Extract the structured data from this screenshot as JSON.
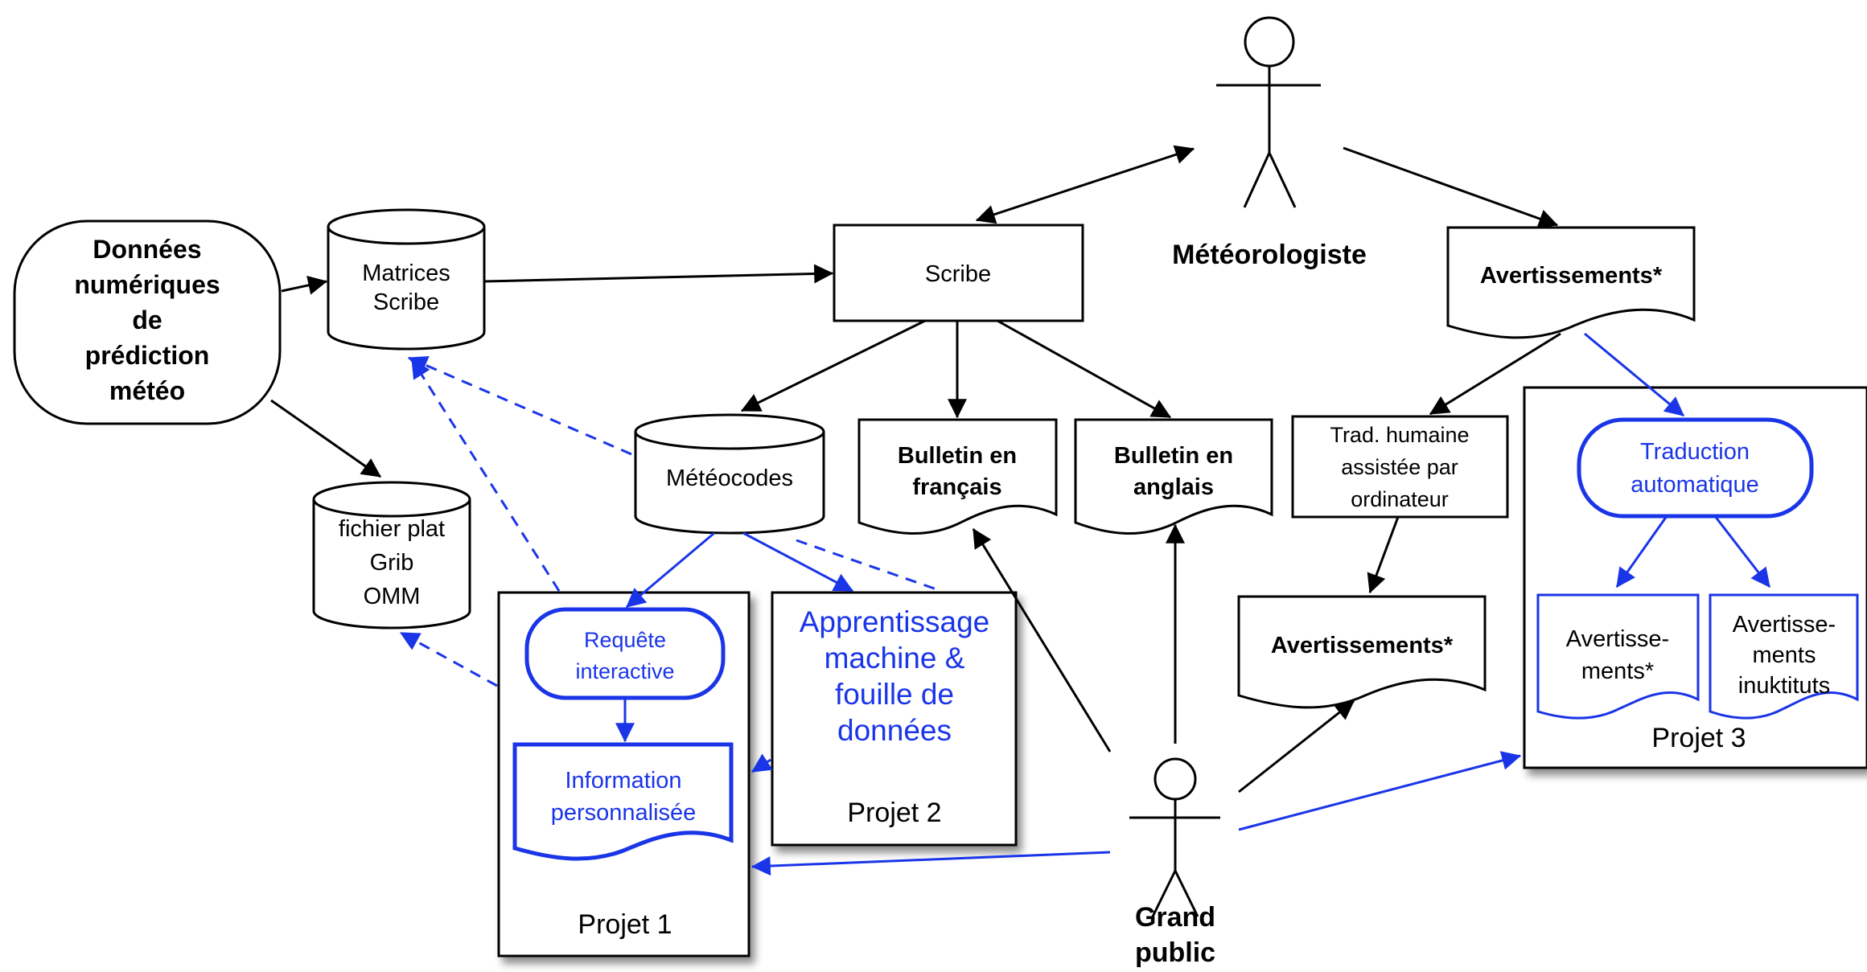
{
  "colors": {
    "black": "#000000",
    "blue": "#1a35e8",
    "shadow": "#9a9a9a"
  },
  "nodes": {
    "donnees": {
      "lines": [
        "Données",
        "numériques",
        "de",
        "prédiction",
        "météo"
      ]
    },
    "matrices": {
      "lines": [
        "Matrices",
        "Scribe"
      ]
    },
    "fichier": {
      "lines": [
        "fichier plat",
        "Grib",
        "OMM"
      ]
    },
    "scribe": {
      "label": "Scribe"
    },
    "meteorologiste": {
      "label": "Météorologiste"
    },
    "avertissements_top": {
      "label": "Avertissements*"
    },
    "meteocodes": {
      "label": "Météocodes"
    },
    "bulletin_fr": {
      "lines": [
        "Bulletin en",
        "français"
      ]
    },
    "bulletin_en": {
      "lines": [
        "Bulletin en",
        "anglais"
      ]
    },
    "trad_humaine": {
      "lines": [
        "Trad. humaine",
        "assistée par",
        "ordinateur"
      ]
    },
    "avertissements_mid": {
      "label": "Avertissements*"
    },
    "requete": {
      "lines": [
        "Requête",
        "interactive"
      ]
    },
    "information": {
      "lines": [
        "Information",
        "personnalisée"
      ]
    },
    "projet1": {
      "label": "Projet 1"
    },
    "apprentissage": {
      "lines": [
        "Apprentissage",
        "machine &",
        "fouille de",
        "données"
      ]
    },
    "projet2": {
      "label": "Projet 2"
    },
    "traduction": {
      "lines": [
        "Traduction",
        "automatique"
      ]
    },
    "avert_proj3": {
      "lines": [
        "Avertisse-",
        "ments*"
      ]
    },
    "avert_inuk": {
      "lines": [
        "Avertisse-",
        "ments",
        "inuktituts"
      ]
    },
    "projet3": {
      "label": "Projet 3"
    },
    "grand_public": {
      "lines": [
        "Grand",
        "public"
      ]
    }
  }
}
